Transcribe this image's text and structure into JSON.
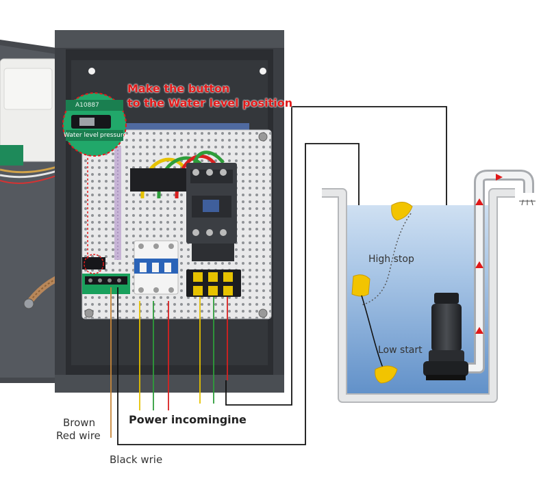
{
  "callout": {
    "line1": "Make the button",
    "line2": "to the Water level position"
  },
  "switch": {
    "model": "A10887",
    "left_label": "Water level",
    "right_label": "pressure"
  },
  "tank": {
    "high_label": "High stop",
    "low_label": "Low start"
  },
  "wires": {
    "brown": "Brown",
    "red": "Red wire",
    "black": "Black wrie",
    "power": "Power incomingine"
  },
  "colors": {
    "callout_red": "#e11b1b",
    "cabinet": "#3b3e43",
    "water": "#5f8fc8",
    "float": "#f2c400",
    "wire_yellow": "#e6c200",
    "wire_green": "#2e9d3a",
    "wire_red": "#d92020",
    "wire_brown": "#c8873a",
    "arrow_red": "#e01818"
  },
  "icons": [
    "float-switch-icon",
    "pump-icon",
    "breaker-icon",
    "contactor-icon",
    "terminal-block-icon",
    "water-level-switch-icon",
    "arrow-up-icon",
    "arrow-right-icon"
  ]
}
